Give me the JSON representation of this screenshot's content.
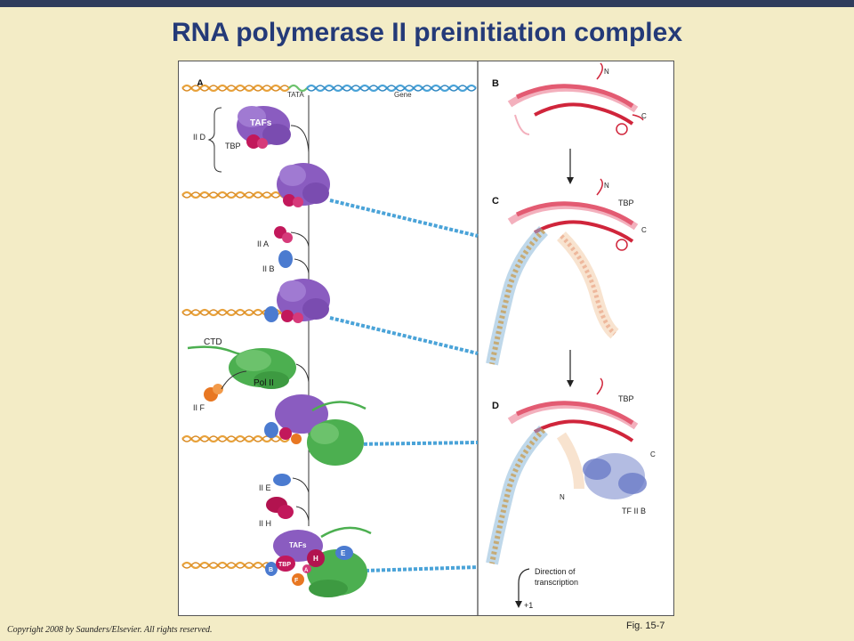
{
  "slide": {
    "title": "RNA polymerase II preinitiation complex",
    "copyright": "Copyright 2008 by Saunders/Elsevier. All rights reserved.",
    "figure_number": "Fig. 15-7"
  },
  "panel_a": {
    "letter": "A",
    "tata_label": "TATA",
    "gene_label": "Gene",
    "iid_label": "II D",
    "tafs_label": "TAFs",
    "tbp_label": "TBP",
    "iia_label": "II A",
    "iib_label": "II B",
    "ctd_label": "CTD",
    "pol2_label": "Pol II",
    "iif_label": "II F",
    "iie_label": "II E",
    "iih_label": "II H",
    "final_tafs": "TAFs",
    "final_tbp": "TBP",
    "final_b": "B",
    "final_h": "H",
    "final_e": "E",
    "final_f": "F",
    "final_a": "A"
  },
  "panel_b": {
    "letter": "B",
    "n_label": "N",
    "c_label": "C"
  },
  "panel_c": {
    "letter": "C",
    "n_label": "N",
    "c_label": "C",
    "tbp_label": "TBP"
  },
  "panel_d": {
    "letter": "D",
    "tbp_label": "TBP",
    "c_label": "C",
    "n_label": "N",
    "tfiib_label": "TF II B",
    "direction_line1": "Direction of",
    "direction_line2": "transcription",
    "plus_one": "+1"
  },
  "colors": {
    "title": "#243a78",
    "background": "#f3ecc6",
    "top_bar": "#2f3c5c",
    "tfiid": "#8a5cc0",
    "tbp": "#c2185b",
    "iib": "#4b7bd0",
    "pol2": "#4caf50",
    "iif": "#e87722",
    "dna_orange": "#e8a23c",
    "dna_blue": "#4aa3d8",
    "protein_red": "#d0253b"
  }
}
